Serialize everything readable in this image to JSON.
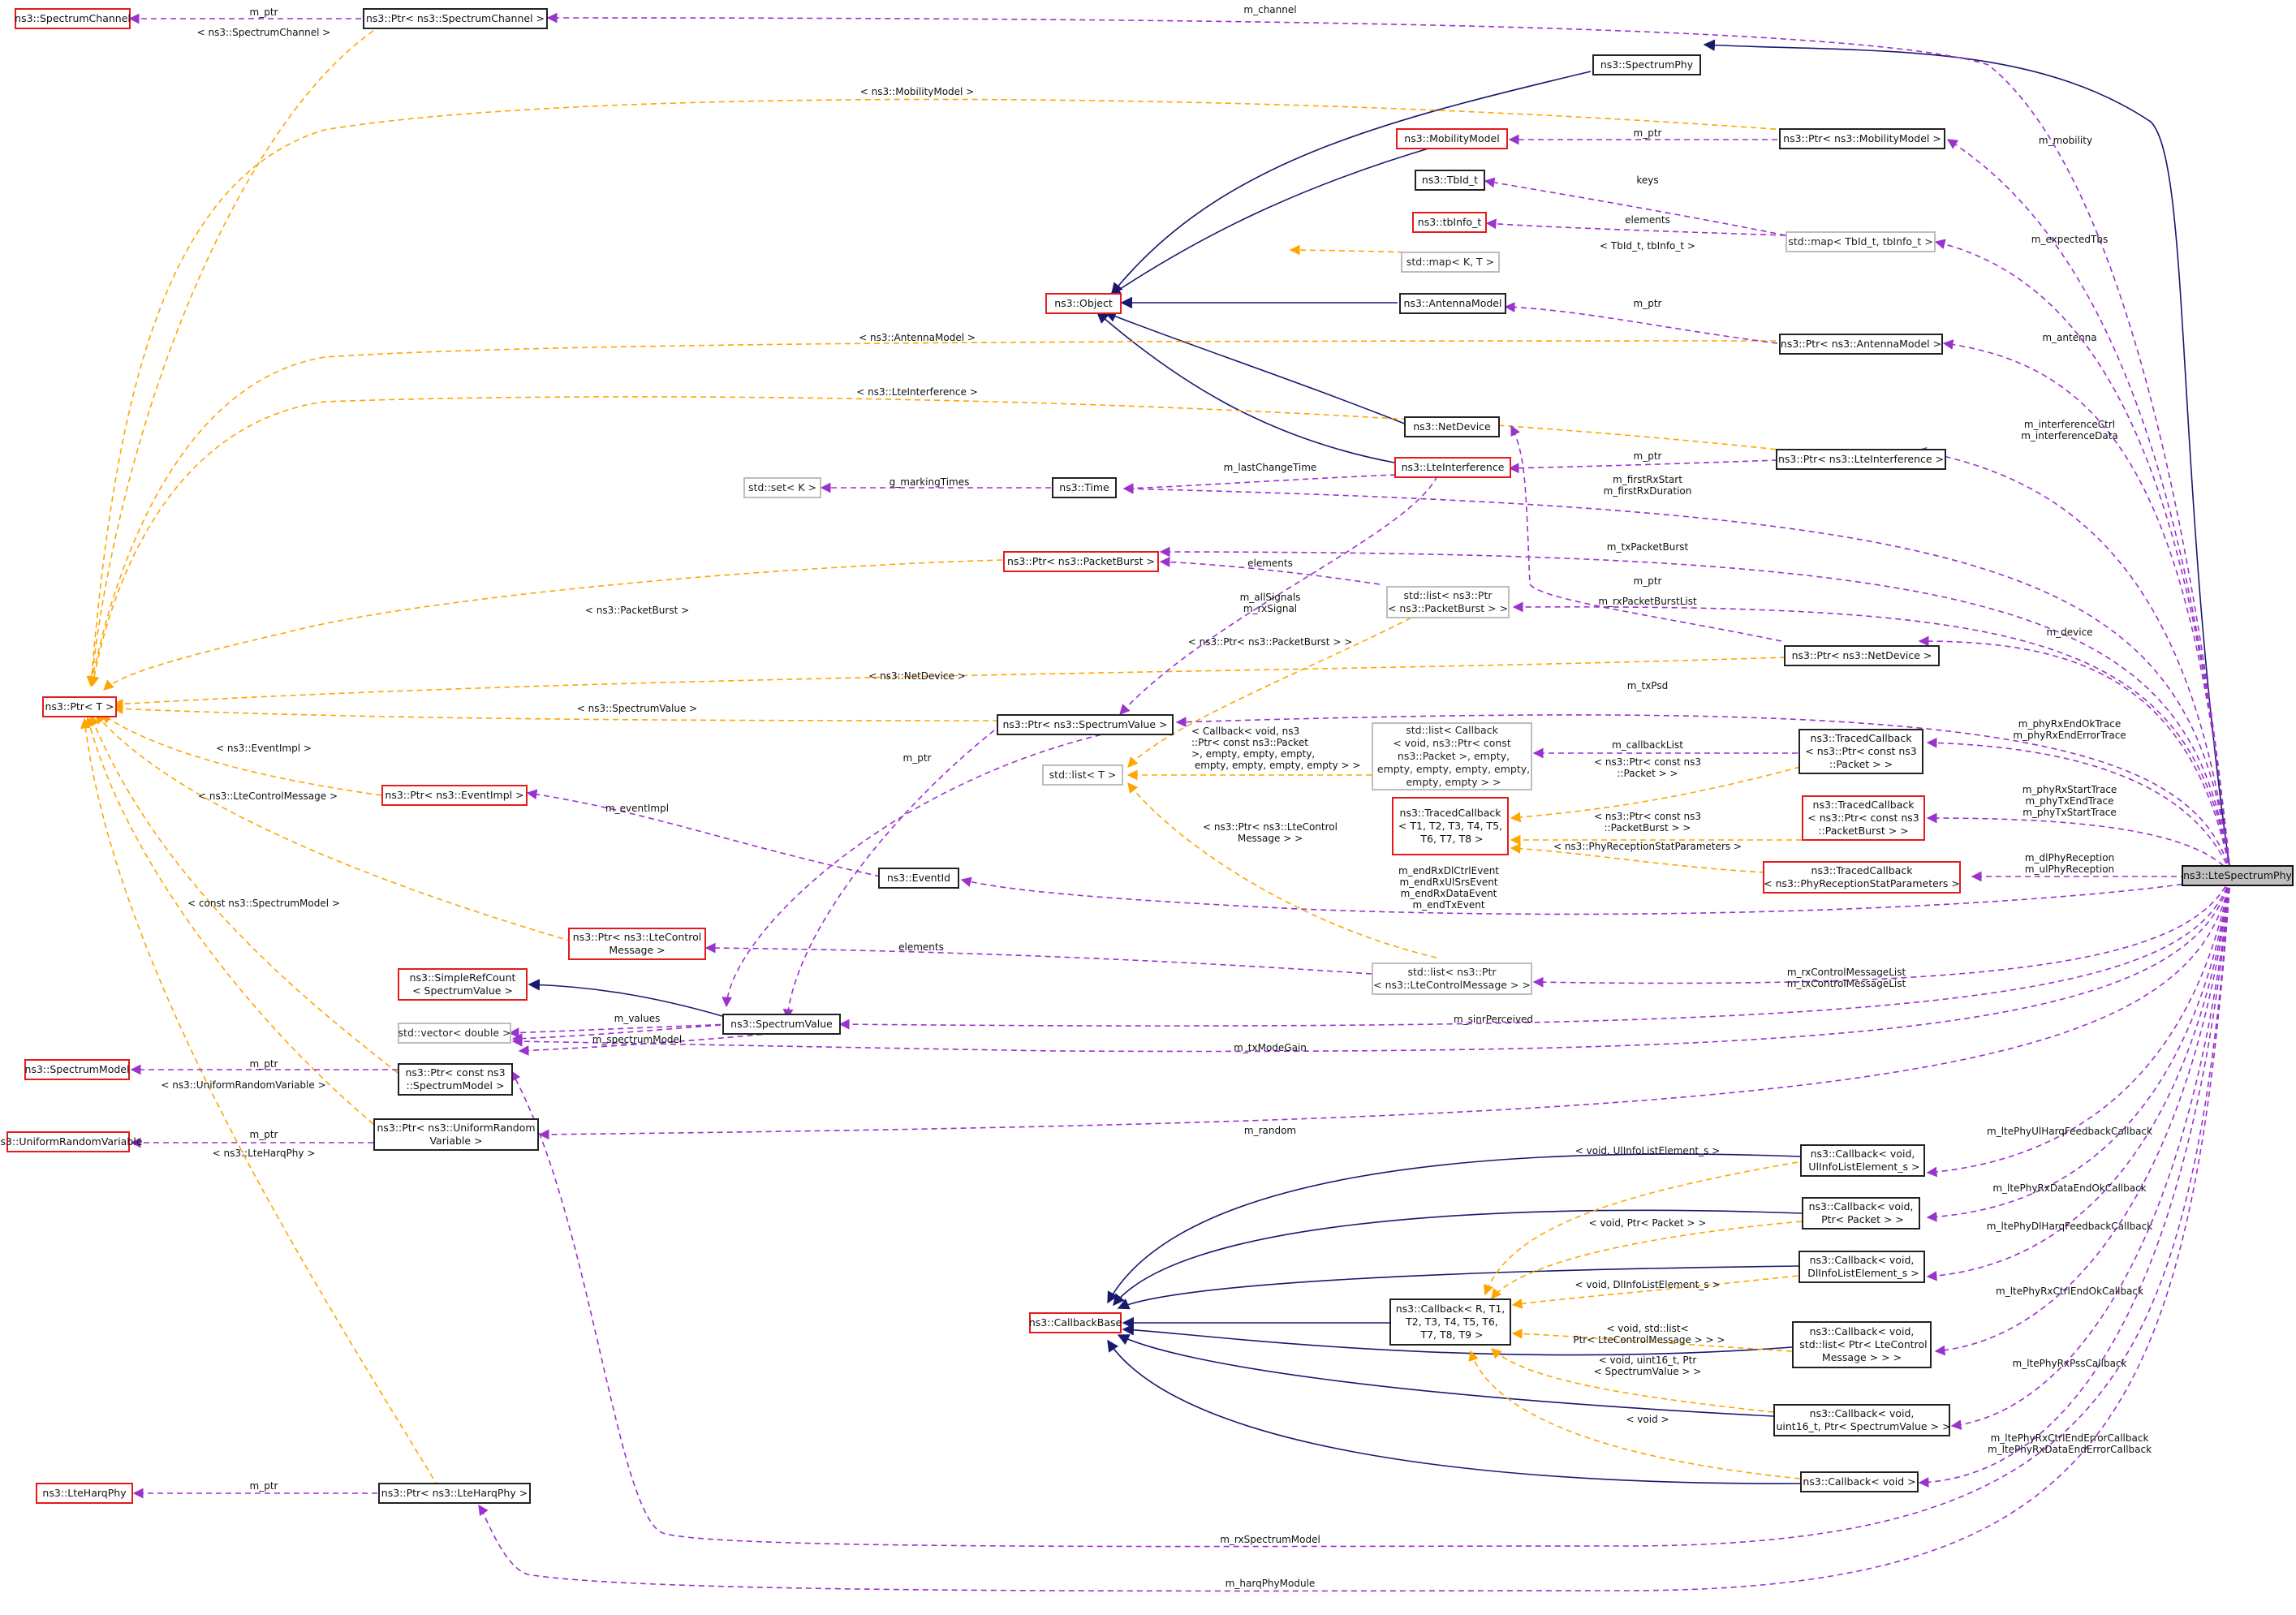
{
  "diagram": {
    "colors": {
      "inherit": "#191970",
      "member": "#9a32cd",
      "template": "#ffa500",
      "undocumented_border": "#e41a1c",
      "external_border": "#bdbdbd"
    },
    "nodes": {
      "spectrumChannel": "ns3::SpectrumChannel",
      "ptrSpectrumChannel": "ns3::Ptr< ns3::SpectrumChannel >",
      "spectrumPhy": "ns3::SpectrumPhy",
      "mobilityModel": "ns3::MobilityModel",
      "ptrMobilityModel": "ns3::Ptr< ns3::MobilityModel >",
      "tbId": "ns3::TbId_t",
      "tbInfo": "ns3::tbInfo_t",
      "stdMapKT": "std::map< K, T >",
      "stdMapTb": "std::map< TbId_t, tbInfo_t >",
      "object": "ns3::Object",
      "antennaModel": "ns3::AntennaModel",
      "ptrAntennaModel": "ns3::Ptr< ns3::AntennaModel >",
      "netDevice": "ns3::NetDevice",
      "lteInterference": "ns3::LteInterference",
      "ptrLteInterference": "ns3::Ptr< ns3::LteInterference >",
      "stdSet": "std::set< K >",
      "time": "ns3::Time",
      "ptrPacketBurst": "ns3::Ptr< ns3::PacketBurst >",
      "ptrT": "ns3::Ptr< T >",
      "stdListPtrPacketBurst": "std::list< ns3::Ptr\n< ns3::PacketBurst > >",
      "ptrNetDevice": "ns3::Ptr< ns3::NetDevice >",
      "ptrSpectrumValue": "ns3::Ptr< ns3::SpectrumValue >",
      "stdListT": "std::list< T >",
      "stdListCallback": "std::list< Callback\n< void, ns3::Ptr< const\n ns3::Packet >, empty,\n empty, empty, empty, empty,\n empty, empty > >",
      "tracedCbPacket": "ns3::TracedCallback\n< ns3::Ptr< const ns3\n::Packet > >",
      "tracedCbGeneric": "ns3::TracedCallback\n< T1, T2, T3, T4, T5,\n T6, T7, T8 >",
      "tracedCbPacketBurst": "ns3::TracedCallback\n< ns3::Ptr< const ns3\n::PacketBurst > >",
      "tracedCbPhyRx": "ns3::TracedCallback\n< ns3::PhyReceptionStatParameters >",
      "ptrEventImpl": "ns3::Ptr< ns3::EventImpl >",
      "eventId": "ns3::EventId",
      "lteSpectrumPhy": "ns3::LteSpectrumPhy",
      "ptrLteControlMessage": "ns3::Ptr< ns3::LteControl\nMessage >",
      "stdListCtrlMsg": "std::list< ns3::Ptr\n< ns3::LteControlMessage > >",
      "simpleRefCount": "ns3::SimpleRefCount\n< SpectrumValue >",
      "spectrumValue": "ns3::SpectrumValue",
      "stdVectorDouble": "std::vector< double >",
      "spectrumModel": "ns3::SpectrumModel",
      "ptrConstSpectrumModel": "ns3::Ptr< const ns3\n::SpectrumModel >",
      "uniformRandomVariable": "ns3::UniformRandomVariable",
      "ptrUniformRandomVariable": "ns3::Ptr< ns3::UniformRandom\nVariable >",
      "cbUlInfo": "ns3::Callback< void,\n UlInfoListElement_s >",
      "cbPacket": "ns3::Callback< void,\n Ptr< Packet > >",
      "cbDlInfo": "ns3::Callback< void,\n DlInfoListElement_s >",
      "callbackBase": "ns3::CallbackBase",
      "cbGeneric": "ns3::Callback< R, T1,\n T2, T3, T4, T5, T6,\n T7, T8, T9 >",
      "cbCtrlMsg": "ns3::Callback< void,\n std::list< Ptr< LteControl\nMessage > > >",
      "cbUint16": "ns3::Callback< void,\n uint16_t, Ptr< SpectrumValue > >",
      "cbVoid": "ns3::Callback< void >",
      "lteHarqPhy": "ns3::LteHarqPhy",
      "ptrLteHarqPhy": "ns3::Ptr< ns3::LteHarqPhy >"
    },
    "labels": {
      "m_channel": "m_channel",
      "m_ptr_channel": "m_ptr",
      "tpl_spectrumChannel": "< ns3::SpectrumChannel >",
      "tpl_mobilityModel": "< ns3::MobilityModel >",
      "m_mobility": "m_mobility",
      "m_ptr_mobility": "m_ptr",
      "keys": "keys",
      "elements_tb": "elements",
      "tpl_tbmap": "< TbId_t, tbInfo_t >",
      "m_expectedTbs": "m_expectedTbs",
      "m_ptr_antenna": "m_ptr",
      "tpl_antennaModel": "< ns3::AntennaModel >",
      "m_antenna": "m_antenna",
      "tpl_lteInterference": "< ns3::LteInterference >",
      "m_interference": "m_interferenceCtrl\nm_interferenceData",
      "m_ptr_interf": "m_ptr",
      "m_lastChangeTime": "m_lastChangeTime",
      "g_markingTimes": "g_markingTimes",
      "m_firstRx": "m_firstRxStart\nm_firstRxDuration",
      "m_txPacketBurst": "m_txPacketBurst",
      "elements_pb": "elements",
      "tpl_packetBurst": "< ns3::PacketBurst >",
      "m_allSignals": "m_allSignals\nm_rxSignal",
      "m_ptr_netdevice": "m_ptr",
      "m_rxPacketBurstList": "m_rxPacketBurstList",
      "m_device": "m_device",
      "tpl_ptrPacketBurst": "< ns3::Ptr< ns3::PacketBurst > >",
      "tpl_netDevice": "< ns3::NetDevice >",
      "m_txPsd": "m_txPsd",
      "tpl_spectrumValue": "< ns3::SpectrumValue >",
      "tpl_callbackList": "< Callback< void, ns3\n::Ptr< const ns3::Packet\n>, empty, empty, empty,\n empty, empty, empty, empty > >",
      "m_callbackList": "m_callbackList",
      "tpl_ptrConstPacket": "< ns3::Ptr< const ns3\n::Packet > >",
      "m_phyRxEndOk": "m_phyRxEndOkTrace\nm_phyRxEndErrorTrace",
      "m_ptr_spectrumvalue": "m_ptr",
      "tpl_eventImpl": "< ns3::EventImpl >",
      "tpl_ptrConstPacketBurst": "< ns3::Ptr< const ns3\n::PacketBurst > >",
      "m_phyRxStart": "m_phyRxStartTrace\nm_phyTxEndTrace\nm_phyTxStartTrace",
      "m_eventImpl": "m_eventImpl",
      "tpl_lteControlMessage": "< ns3::LteControlMessage >",
      "tpl_ptrLteCtrl": "< ns3::Ptr< ns3::LteControl\nMessage > >",
      "tpl_phyRxStat": "< ns3::PhyReceptionStatParameters >",
      "m_dlPhyReception": "m_dlPhyReception\nm_ulPhyReception",
      "m_endEvents": "m_endRxDlCtrlEvent\nm_endRxUlSrsEvent\nm_endRxDataEvent\nm_endTxEvent",
      "tpl_constSpectrumModel": "< const ns3::SpectrumModel >",
      "elements_ctrl": "elements",
      "m_rxControlMessageList": "m_rxControlMessageList\nm_txControlMessageList",
      "m_values": "m_values",
      "m_sinrPerceived": "m_sinrPerceived",
      "m_spectrumModel": "m_spectrumModel",
      "m_ptr_spectrummodel": "m_ptr",
      "m_txModeGain": "m_txModeGain",
      "tpl_uniformRandom": "< ns3::UniformRandomVariable >",
      "m_ptr_uniform": "m_ptr",
      "m_random": "m_random",
      "tpl_lteHarqPhy": "< ns3::LteHarqPhy >",
      "m_lteUlHarq": "m_ltePhyUlHarqFeedbackCallback",
      "tpl_cb_ulinfo": "< void, UlInfoListElement_s >",
      "m_lteRxDataEndOk": "m_ltePhyRxDataEndOkCallback",
      "tpl_cb_packet": "< void, Ptr< Packet > >",
      "m_lteDlHarq": "m_ltePhyDlHarqFeedbackCallback",
      "tpl_cb_dlinfo": "< void, DlInfoListElement_s >",
      "m_lteRxCtrlEndOk": "m_ltePhyRxCtrlEndOkCallback",
      "tpl_cb_ctrl": "< void, std::list<\n Ptr< LteControlMessage > > >",
      "tpl_cb_uint16": "< void, uint16_t, Ptr\n< SpectrumValue > >",
      "m_lteRxPss": "m_ltePhyRxPssCallback",
      "tpl_cb_void": "< void >",
      "m_lteErrCb": "m_ltePhyRxCtrlEndErrorCallback\nm_ltePhyRxDataEndErrorCallback",
      "m_ptr_harq": "m_ptr",
      "m_rxSpectrumModel": "m_rxSpectrumModel",
      "m_harqPhyModule": "m_harqPhyModule"
    }
  }
}
